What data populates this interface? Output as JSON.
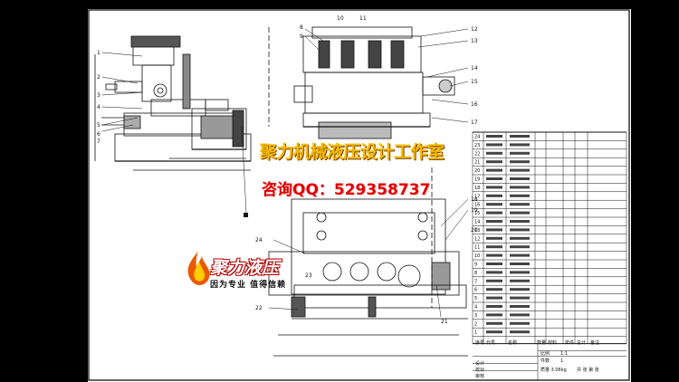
{
  "watermark": {
    "title": "聚力机械液压设计工作室",
    "contact": "咨询QQ：529358737"
  },
  "logo": {
    "name": "聚力液压",
    "slogan": "因为专业 值得信赖"
  },
  "part_callouts": [
    "1",
    "2",
    "3",
    "4",
    "5",
    "6",
    "7",
    "8",
    "9",
    "10",
    "11",
    "12",
    "13",
    "14",
    "15",
    "16",
    "17",
    "18",
    "19",
    "20",
    "21",
    "22",
    "23",
    "24"
  ],
  "title_block": {
    "rows": 24,
    "header": [
      "序号",
      "代号",
      "名称",
      "数量",
      "材料",
      "单件",
      "总计",
      "备注"
    ],
    "footer_rows": [
      [
        "比例",
        "1:1"
      ],
      [
        "件数",
        "1"
      ],
      [
        "质量 3.06kg",
        "共 张 第 张"
      ]
    ],
    "signatures": [
      "设计",
      "校对",
      "审核"
    ]
  },
  "colors": {
    "line": "#111111",
    "sheet": "#ffffff",
    "background": "#000000",
    "watermark_gold": "#f4b800",
    "watermark_red": "#e00000"
  }
}
